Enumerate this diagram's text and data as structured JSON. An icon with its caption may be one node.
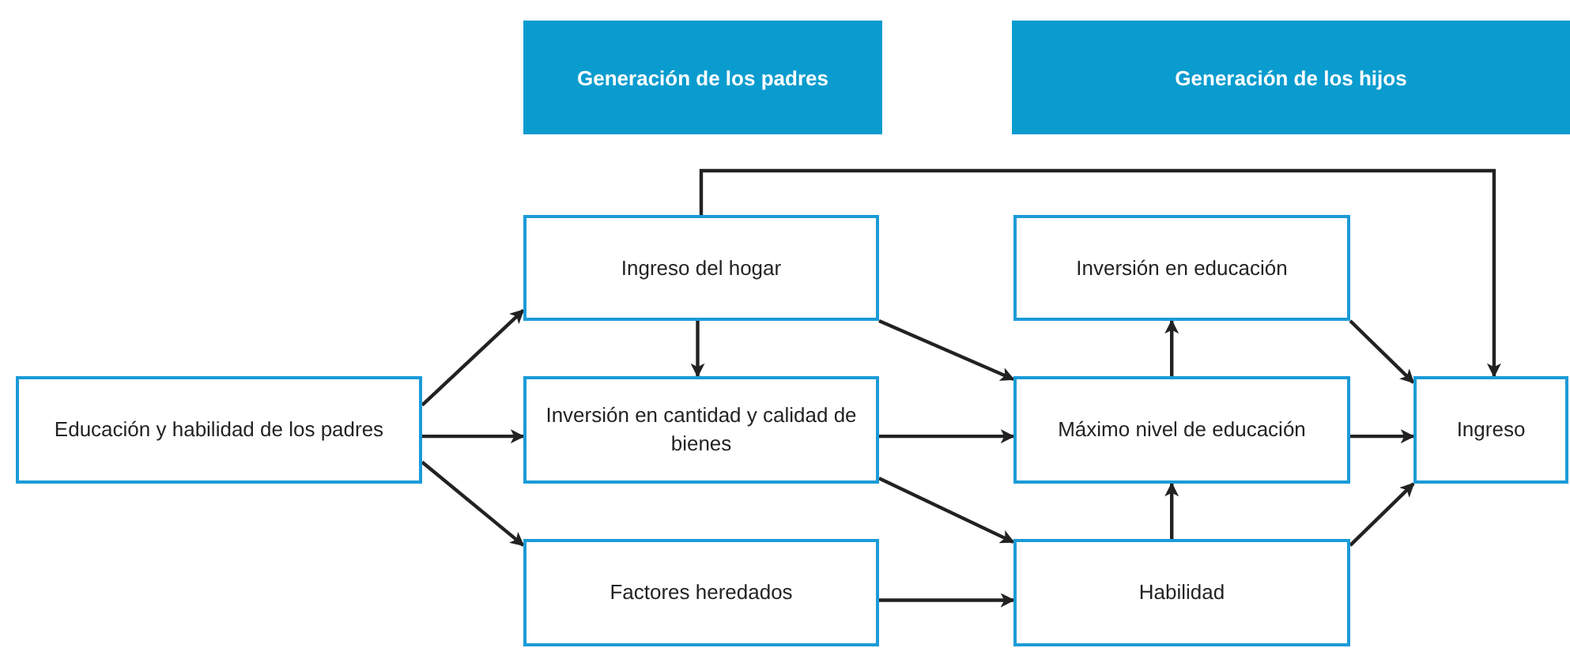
{
  "diagram": {
    "nodes": [
      {
        "text": [
          "Generación de los padres"
        ]
      },
      {
        "text": [
          "Generación de los hijos"
        ]
      },
      {
        "text": [
          "Ingreso del hogar"
        ]
      },
      {
        "text": [
          "Inversión en educación"
        ]
      },
      {
        "text": [
          "Educación y habilidad de los padres"
        ]
      },
      {
        "text": [
          "Inversión en cantidad y calidad de bienes"
        ]
      },
      {
        "text": [
          "Máximo nivel de educación"
        ]
      },
      {
        "text": [
          "Ingreso"
        ]
      },
      {
        "text": [
          "Factores heredados"
        ]
      },
      {
        "text": [
          "Habilidad"
        ]
      }
    ],
    "edges": [
      {
        "from": 4,
        "to": 2,
        "arrow": "to"
      },
      {
        "from": 4,
        "to": 5,
        "arrow": "to"
      },
      {
        "from": 4,
        "to": 8,
        "arrow": "to"
      },
      {
        "from": 2,
        "to": 5,
        "arrow": "to"
      },
      {
        "from": 2,
        "to": 6,
        "arrow": "to"
      },
      {
        "from": 5,
        "to": 6,
        "arrow": "to"
      },
      {
        "from": 5,
        "to": 9,
        "arrow": "to"
      },
      {
        "from": 8,
        "to": 9,
        "arrow": "to"
      },
      {
        "from": 6,
        "to": 3,
        "arrow": "to"
      },
      {
        "from": 9,
        "to": 6,
        "arrow": "to"
      },
      {
        "from": 3,
        "to": 7,
        "arrow": "to"
      },
      {
        "from": 6,
        "to": 7,
        "arrow": "to"
      },
      {
        "from": 9,
        "to": 7,
        "arrow": "to"
      },
      {
        "from": 2,
        "to": 7,
        "arrow": "to"
      }
    ]
  }
}
